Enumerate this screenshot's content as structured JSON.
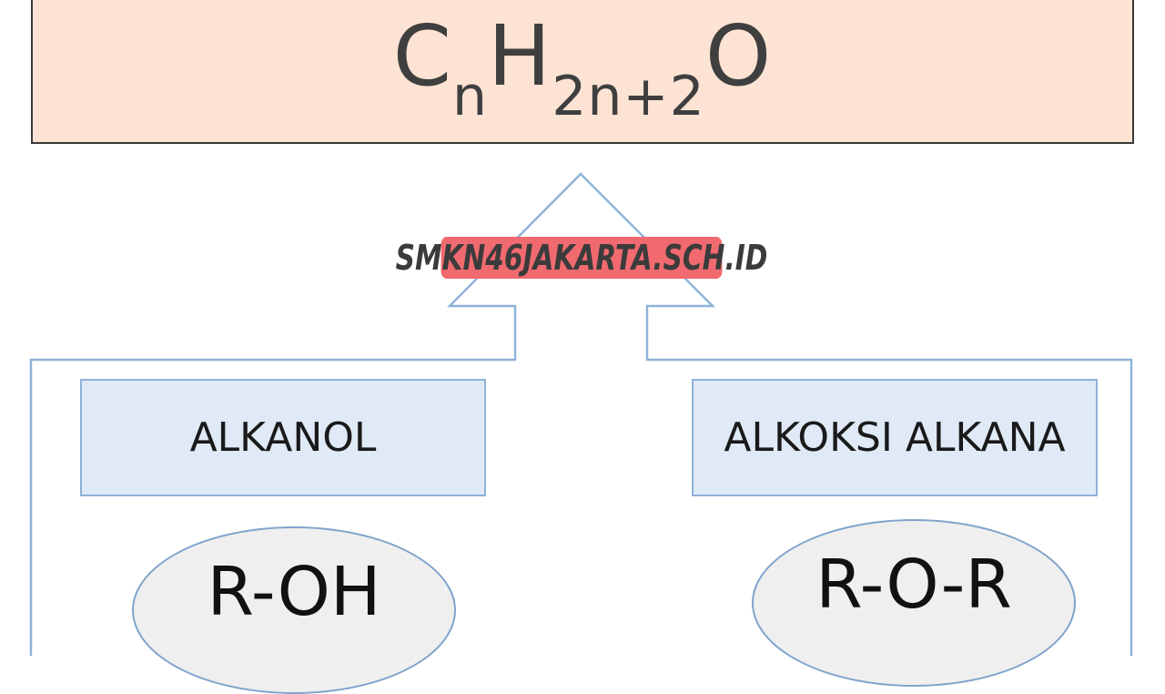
{
  "formula": {
    "base1": "C",
    "sub1": "n",
    "base2": "H",
    "sub2": "2n+2",
    "base3": "O"
  },
  "categories": [
    {
      "label": "ALKANOL",
      "structure": "R-OH"
    },
    {
      "label": "ALKOKSI ALKANA",
      "structure": "R-O-R"
    }
  ],
  "watermark": "SMKN46JAKARTA.SCH.ID",
  "colors": {
    "formula_fill": "#fde3d3",
    "box_fill": "#dfeaf6",
    "box_stroke": "#8fb2d8",
    "ellipse_fill": "#efefef",
    "arrow_stroke": "#8fb2d8",
    "watermark_fill": "#f06a6f"
  }
}
